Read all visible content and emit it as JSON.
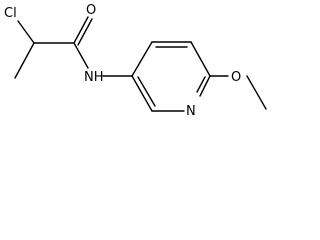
{
  "molecule": {
    "atoms": {
      "cl": "Cl",
      "o_carbonyl": "O",
      "nh": "NH",
      "n_ring": "N",
      "o_methoxy": "O"
    }
  }
}
